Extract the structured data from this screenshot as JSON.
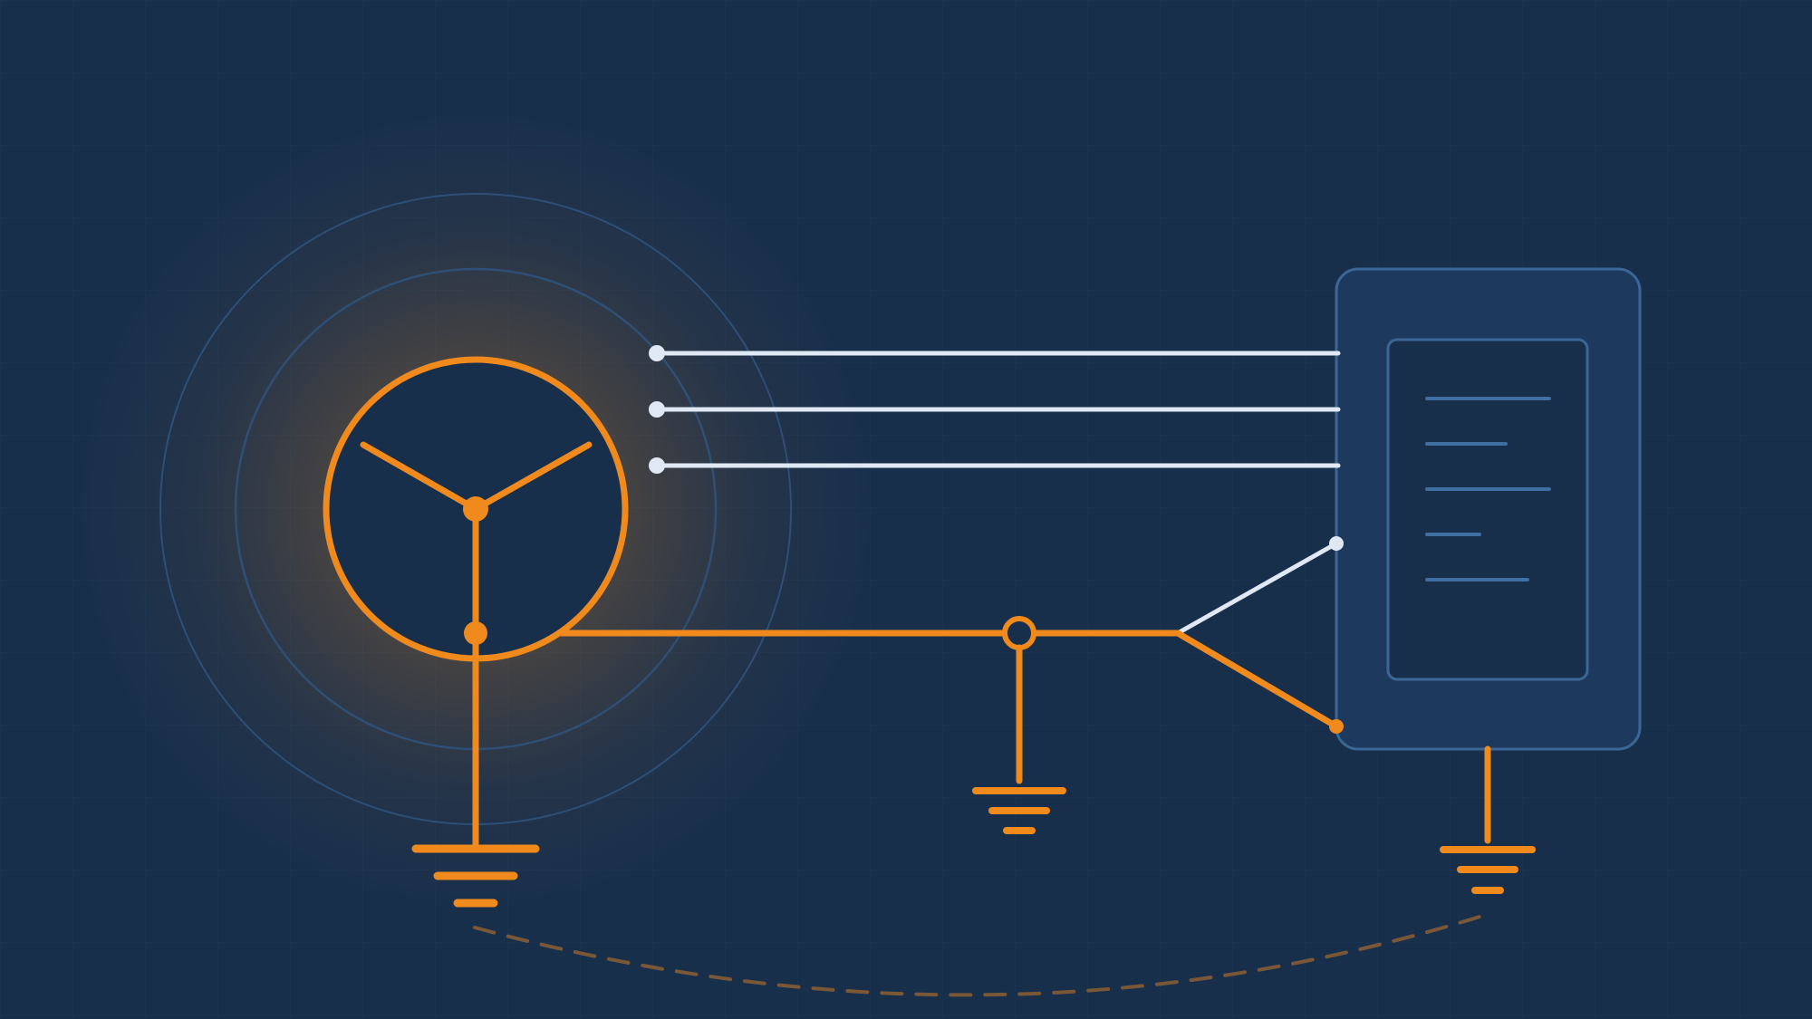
{
  "colors": {
    "background": "#182f4c",
    "grid": "#1f3a5a",
    "accent_orange": "#f08a1c",
    "conductor_white": "#dfe8f3",
    "panel_fill": "#1d3a5e",
    "panel_stroke": "#3b6796",
    "inner_lines": "#3f6ea3",
    "halo_ring": "#2e4f76",
    "earth_link_dashed": "#7a5736"
  },
  "diagram": {
    "source": {
      "type": "generator-star-point",
      "neutral_earthed": true
    },
    "phase_conductors": 3,
    "neutral_split_into": [
      "neutral",
      "protective-earth"
    ],
    "equipment": {
      "type": "panel",
      "inner_text_lines": 5
    },
    "earth_symbols": [
      "source-earth",
      "mid-earth",
      "panel-earth"
    ],
    "earth_link": "dashed"
  }
}
